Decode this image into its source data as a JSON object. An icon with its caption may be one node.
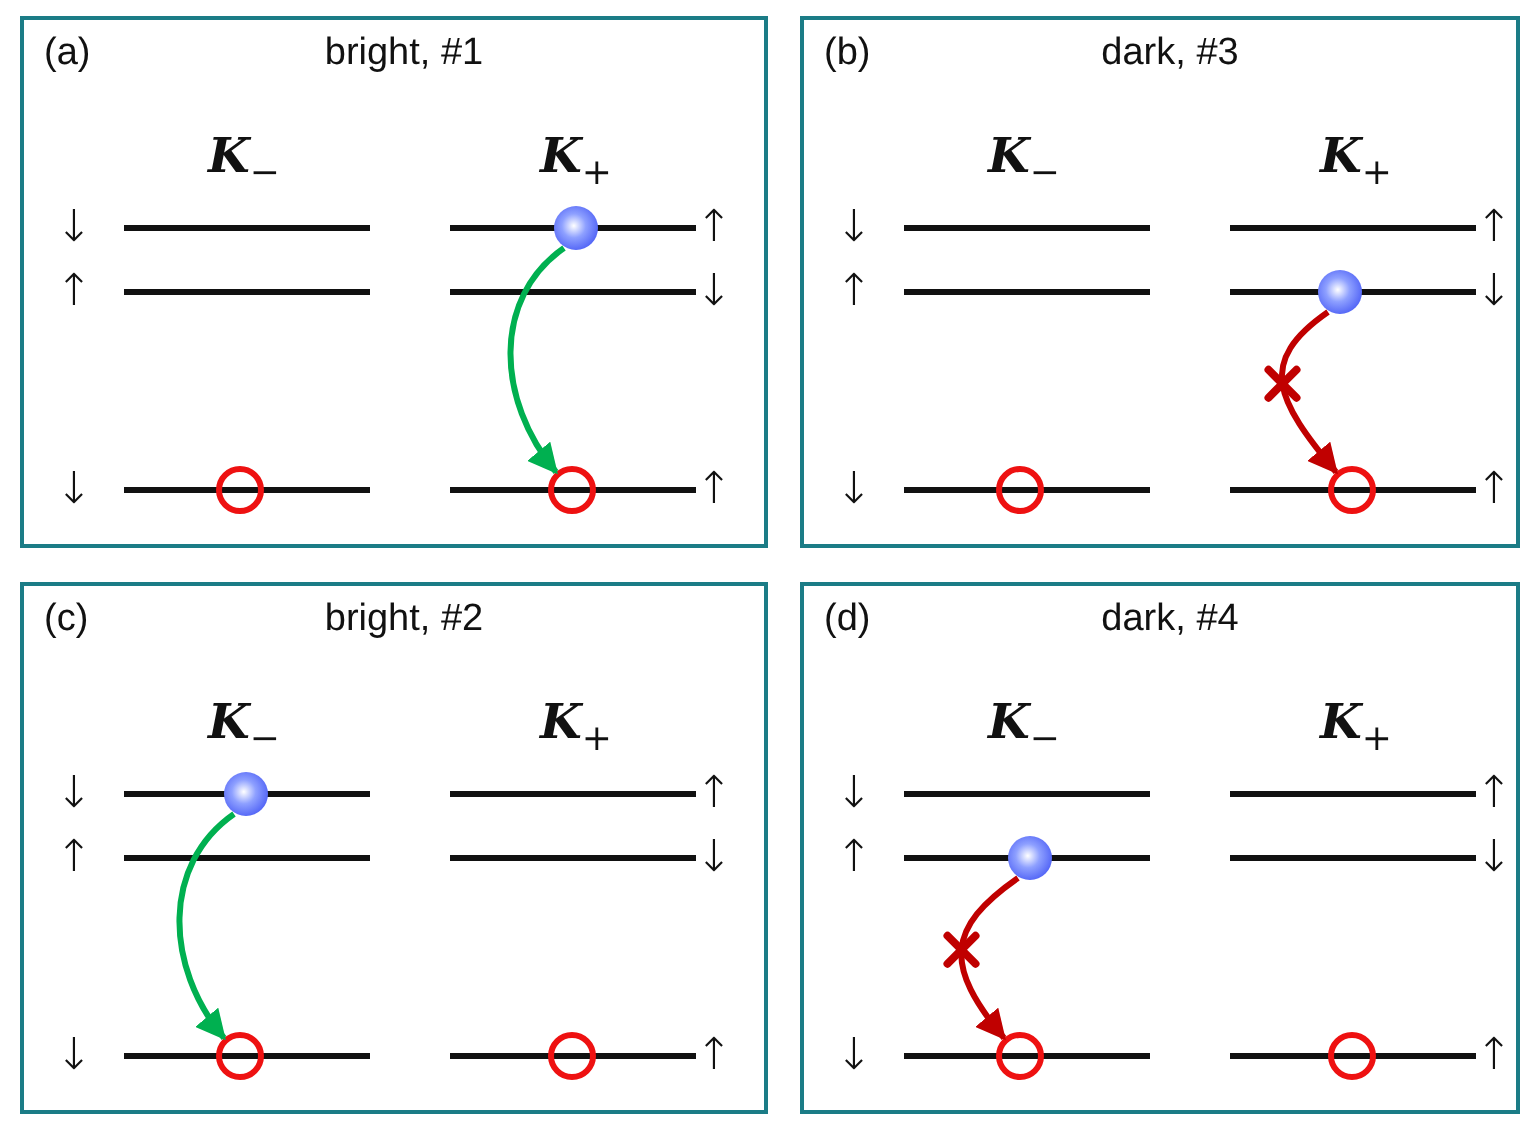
{
  "diagram": {
    "nodes": [
      {
        "text": [
          "(a)",
          "bright, #1"
        ]
      },
      {
        "text": [],
        "shape": "circle",
        "in": 0
      },
      {
        "text": [],
        "shape": "circle",
        "in": 0
      },
      {
        "text": [],
        "shape": "circle",
        "in": 0
      },
      {
        "text": [
          "(b)",
          "dark, #3"
        ]
      },
      {
        "text": [],
        "shape": "circle",
        "in": 4
      },
      {
        "text": [],
        "shape": "circle",
        "in": 4
      },
      {
        "text": [],
        "shape": "circle",
        "in": 4
      },
      {
        "text": [
          "(c)",
          "bright, #2"
        ]
      },
      {
        "text": [],
        "shape": "circle",
        "in": 8
      },
      {
        "text": [],
        "shape": "circle",
        "in": 8
      },
      {
        "text": [],
        "shape": "circle",
        "in": 8
      },
      {
        "text": [
          "(d)",
          "dark, #4"
        ]
      },
      {
        "text": [],
        "shape": "circle",
        "in": 12
      },
      {
        "text": [],
        "shape": "circle",
        "in": 12
      },
      {
        "text": [],
        "shape": "circle",
        "in": 12
      }
    ],
    "edges": [
      {
        "from": 1,
        "to": 3,
        "arrow": "to",
        "color": "#00b050"
      },
      {
        "from": 5,
        "to": 7,
        "arrow": "to",
        "color": "#c00000"
      },
      {
        "from": 9,
        "to": 10,
        "arrow": "to",
        "color": "#00b050"
      },
      {
        "from": 13,
        "to": 14,
        "arrow": "to",
        "color": "#c00000"
      }
    ],
    "labels": [
      "*K*$_{−}$",
      "*K*$_{+}$",
      "↓",
      "↑",
      "↑",
      "↓",
      "↓",
      "↑",
      "*K*$_{−}$",
      "*K*$_{+}$",
      "↓",
      "↑",
      "↑",
      "↓",
      "↓",
      "↑",
      "*K*$_{−}$",
      "*K*$_{+}$",
      "↓",
      "↑",
      "↑",
      "↓",
      "↓",
      "↑",
      "*K*$_{−}$",
      "*K*$_{+}$",
      "↓",
      "↑",
      "↑",
      "↓",
      "↓",
      "↑"
    ]
  }
}
